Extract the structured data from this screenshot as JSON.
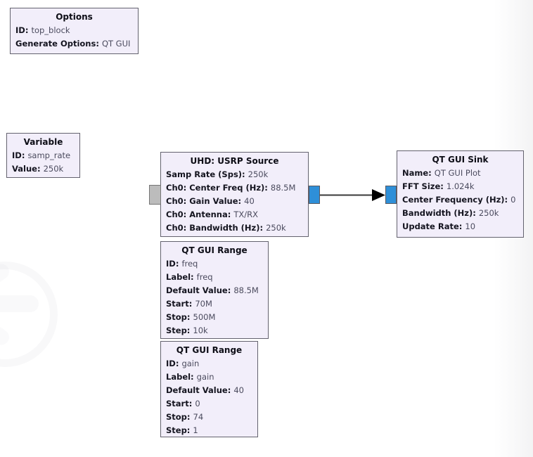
{
  "app": "flowgraph-canvas",
  "colors": {
    "canvas_bg": "#ffffff",
    "block_bg": "#f2eefa",
    "block_border": "#63626e",
    "port_stream_blue": "#2e8fd8",
    "port_message_gray": "#bcbcbc",
    "connection_line": "#3a3a3a",
    "arrow": "#000000"
  },
  "blocks": {
    "options": {
      "title": "Options",
      "params": [
        {
          "label": "ID:",
          "value": "top_block"
        },
        {
          "label": "Generate Options:",
          "value": "QT GUI"
        }
      ]
    },
    "variable": {
      "title": "Variable",
      "params": [
        {
          "label": "ID:",
          "value": "samp_rate"
        },
        {
          "label": "Value:",
          "value": "250k"
        }
      ]
    },
    "usrp_source": {
      "title": "UHD: USRP Source",
      "params": [
        {
          "label": "Samp Rate (Sps):",
          "value": "250k"
        },
        {
          "label": "Ch0: Center Freq (Hz):",
          "value": "88.5M"
        },
        {
          "label": "Ch0: Gain Value:",
          "value": "40"
        },
        {
          "label": "Ch0: Antenna:",
          "value": "TX/RX"
        },
        {
          "label": "Ch0: Bandwidth (Hz):",
          "value": "250k"
        }
      ]
    },
    "qt_gui_sink": {
      "title": "QT GUI Sink",
      "params": [
        {
          "label": "Name:",
          "value": "QT GUI Plot"
        },
        {
          "label": "FFT Size:",
          "value": "1.024k"
        },
        {
          "label": "Center Frequency (Hz):",
          "value": "0"
        },
        {
          "label": "Bandwidth (Hz):",
          "value": "250k"
        },
        {
          "label": "Update Rate:",
          "value": "10"
        }
      ]
    },
    "qt_gui_range_freq": {
      "title": "QT GUI Range",
      "params": [
        {
          "label": "ID:",
          "value": "freq"
        },
        {
          "label": "Label:",
          "value": "freq"
        },
        {
          "label": "Default Value:",
          "value": "88.5M"
        },
        {
          "label": "Start:",
          "value": "70M"
        },
        {
          "label": "Stop:",
          "value": "500M"
        },
        {
          "label": "Step:",
          "value": "10k"
        }
      ]
    },
    "qt_gui_range_gain": {
      "title": "QT GUI Range",
      "params": [
        {
          "label": "ID:",
          "value": "gain"
        },
        {
          "label": "Label:",
          "value": "gain"
        },
        {
          "label": "Default Value:",
          "value": "40"
        },
        {
          "label": "Start:",
          "value": "0"
        },
        {
          "label": "Stop:",
          "value": "74"
        },
        {
          "label": "Step:",
          "value": "1"
        }
      ]
    }
  }
}
